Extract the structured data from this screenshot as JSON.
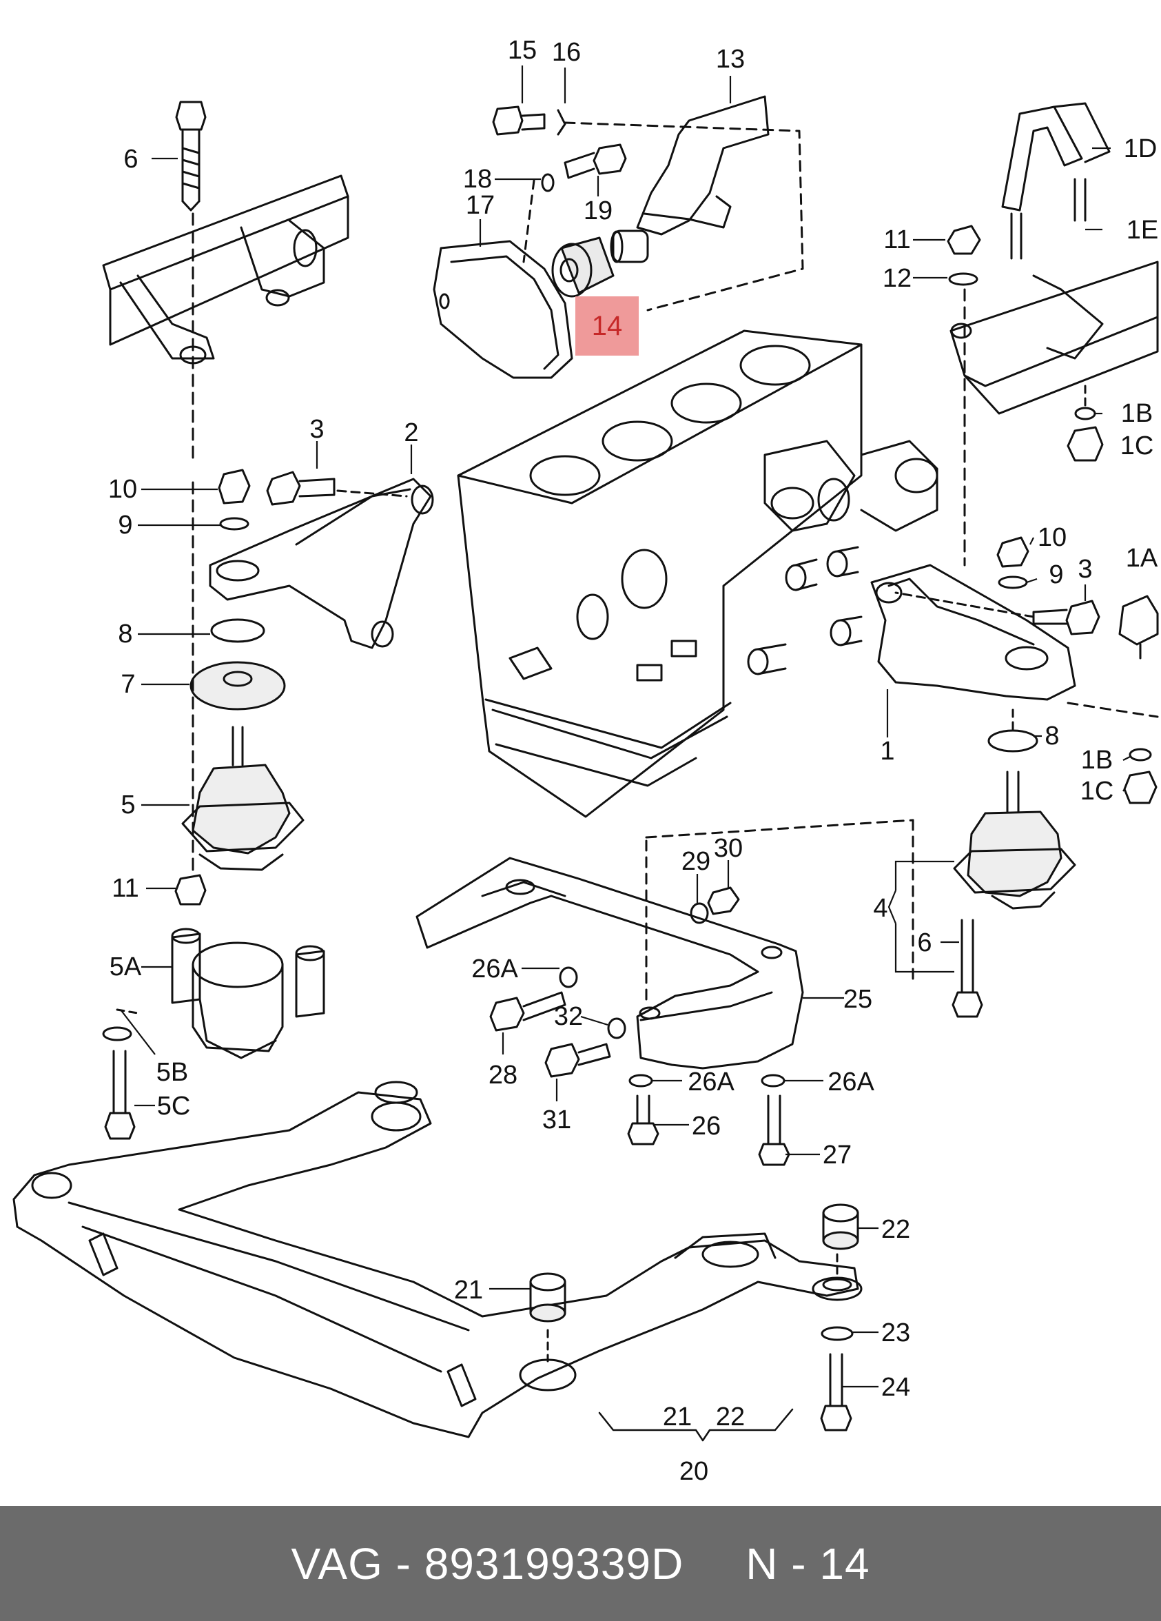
{
  "footer": {
    "brand": "VAG",
    "dash": "-",
    "part_number": "893199339D",
    "diagram_ref": "N - 14"
  },
  "highlight": {
    "label": "14",
    "color": "#ef9a9a",
    "text_color": "#c62828"
  },
  "colors": {
    "footer_bg": "#6b6b6b",
    "line": "#111111",
    "background": "#ffffff"
  },
  "callouts": [
    "15",
    "16",
    "13",
    "6",
    "18",
    "19",
    "17",
    "1D",
    "11",
    "1E",
    "12",
    "1B",
    "1C",
    "3",
    "2",
    "10",
    "9",
    "10",
    "9",
    "3",
    "1A",
    "8",
    "7",
    "8",
    "1",
    "1B",
    "1C",
    "5",
    "11",
    "29",
    "30",
    "4",
    "6",
    "5A",
    "26A",
    "25",
    "32",
    "5B",
    "28",
    "5C",
    "31",
    "26A",
    "26A",
    "26",
    "27",
    "22",
    "21",
    "23",
    "24",
    "21",
    "22",
    "20"
  ]
}
